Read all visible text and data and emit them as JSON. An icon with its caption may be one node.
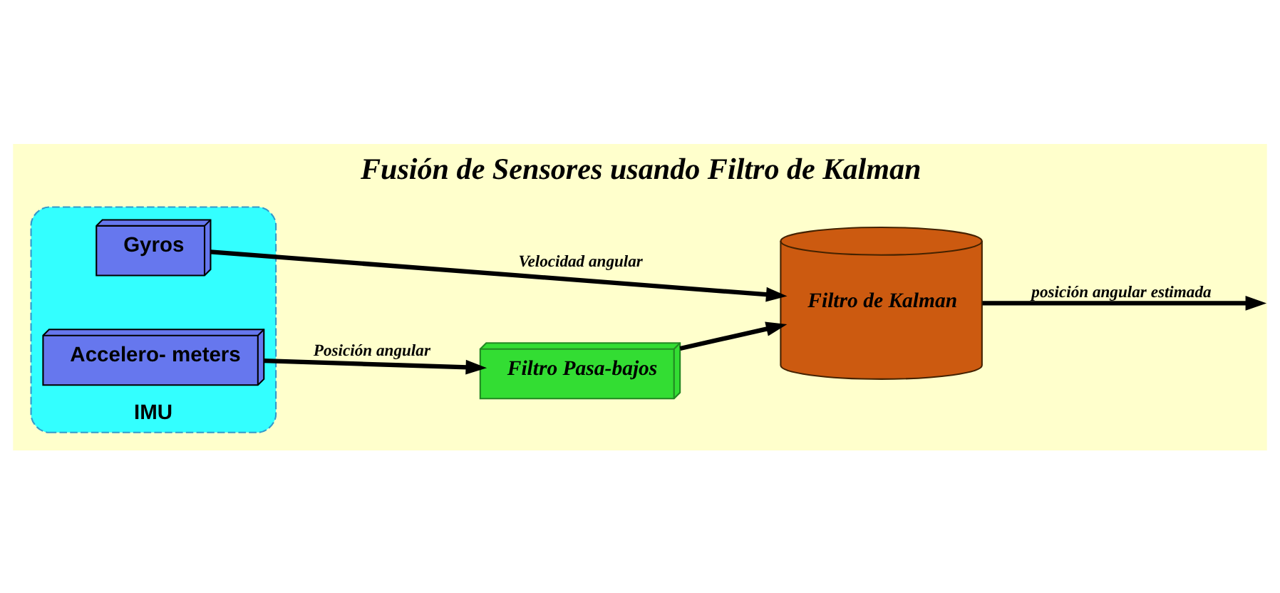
{
  "diagram": {
    "title": "Fusión de Sensores usando Filtro de Kalman",
    "nodes": [
      {
        "text": [
          "IMU"
        ]
      },
      {
        "text": [
          "Gyros"
        ],
        "in": 0
      },
      {
        "text": [
          "Accelero- meters"
        ],
        "in": 0
      },
      {
        "text": [
          "Filtro Pasa-bajos"
        ]
      },
      {
        "text": [
          "Filtro de Kalman"
        ]
      }
    ],
    "edges": [
      {
        "from": 1,
        "to": 4,
        "arrow": "to",
        "label": "Velocidad angular"
      },
      {
        "from": 2,
        "to": 3,
        "arrow": "to",
        "label": "Posición angular"
      },
      {
        "from": 3,
        "to": 4,
        "arrow": "to"
      },
      {
        "from": 4,
        "to": null,
        "arrow": "to",
        "label": "posición angular estimada"
      }
    ]
  }
}
